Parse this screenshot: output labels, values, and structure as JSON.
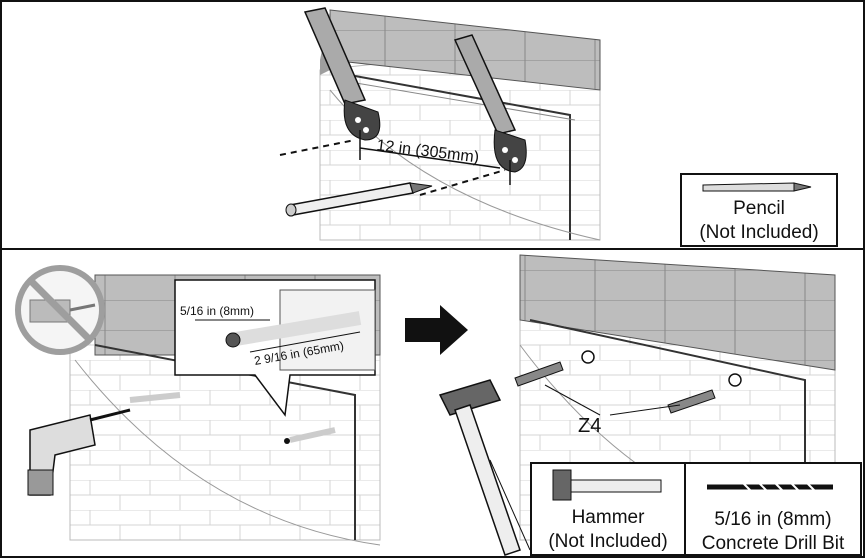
{
  "step1": {
    "spacing_label": "12 in (305mm)",
    "tool_box": {
      "name": "Pencil",
      "note": "(Not Included)"
    }
  },
  "step2": {
    "hole_diameter_label": "5/16 in (8mm)",
    "hole_depth_label": "2 9/16 in (65mm)",
    "anchor_label": "Z4",
    "hammer_box": {
      "name": "Hammer",
      "note": "(Not Included)"
    },
    "bit_box": {
      "size": "5/16 in (8mm)",
      "name": "Concrete Drill Bit"
    }
  },
  "icons": [
    "pencil-icon",
    "drill-icon",
    "hammer-icon",
    "drill-bit-icon",
    "no-drill-icon",
    "arrow-right-icon",
    "wall-anchor-icon"
  ]
}
